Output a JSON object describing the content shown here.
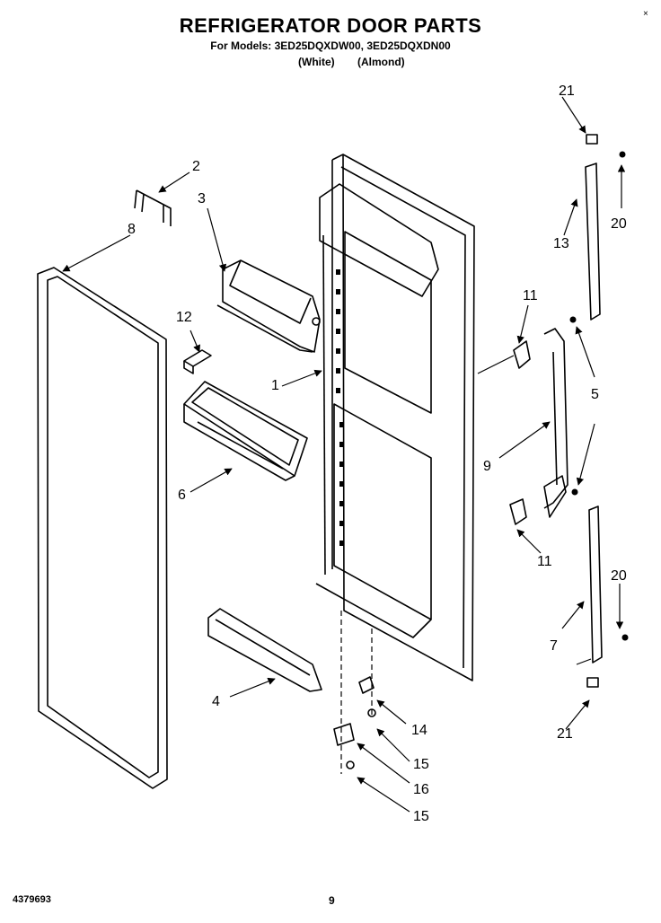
{
  "header": {
    "title": "REFRIGERATOR DOOR PARTS",
    "models": "For Models: 3ED25DQXDW00, 3ED25DQXDN00",
    "color_white": "(White)",
    "color_almond": "(Almond)"
  },
  "corner_mark": "×",
  "footer": {
    "part_number": "4379693",
    "page": "9"
  },
  "callouts": [
    "1",
    "2",
    "3",
    "4",
    "5",
    "6",
    "7",
    "8",
    "9",
    "11",
    "11",
    "12",
    "13",
    "14",
    "15",
    "16",
    "15",
    "20",
    "20",
    "21",
    "21"
  ]
}
